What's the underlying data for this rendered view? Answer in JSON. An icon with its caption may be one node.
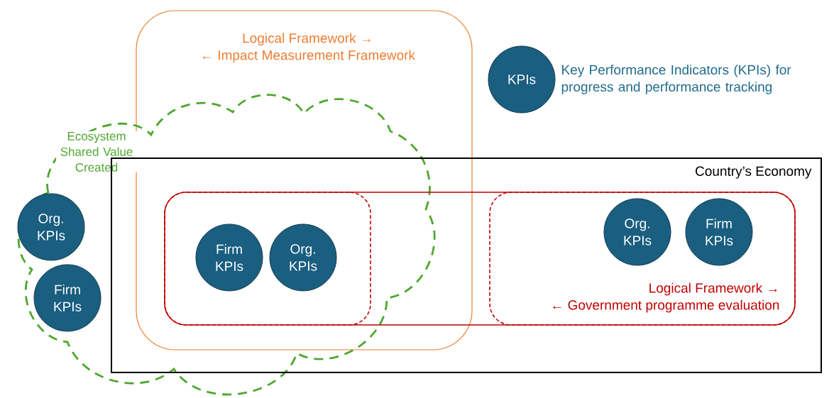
{
  "diagram": {
    "nodes": [
      {
        "text": [
          "Logical Framework →",
          "← Impact Measurement Framework"
        ]
      },
      {
        "text": [
          "Ecosystem Shared Value Created"
        ]
      },
      {
        "text": [
          "Country’s Economy"
        ]
      },
      {
        "text": [],
        "shape": "box",
        "in": 2
      },
      {
        "text": [],
        "shape": "box"
      },
      {
        "text": [
          "Firm KPIs"
        ],
        "in": 4
      },
      {
        "text": [
          "Org. KPIs"
        ],
        "in": 4
      },
      {
        "text": [
          "Logical Framework →",
          "← Government programme evaluation"
        ],
        "in": 3
      },
      {
        "text": [
          "Org. KPIs"
        ],
        "in": 7
      },
      {
        "text": [
          "Firm KPIs"
        ],
        "in": 7
      },
      {
        "text": [
          "Org. KPIs"
        ],
        "in": 1
      },
      {
        "text": [
          "Firm KPIs"
        ],
        "in": 1
      },
      {
        "text": [
          "KPIs"
        ],
        "beside": [
          "Key Performance Indicators (KPIs) for progress and performance tracking"
        ]
      }
    ]
  }
}
